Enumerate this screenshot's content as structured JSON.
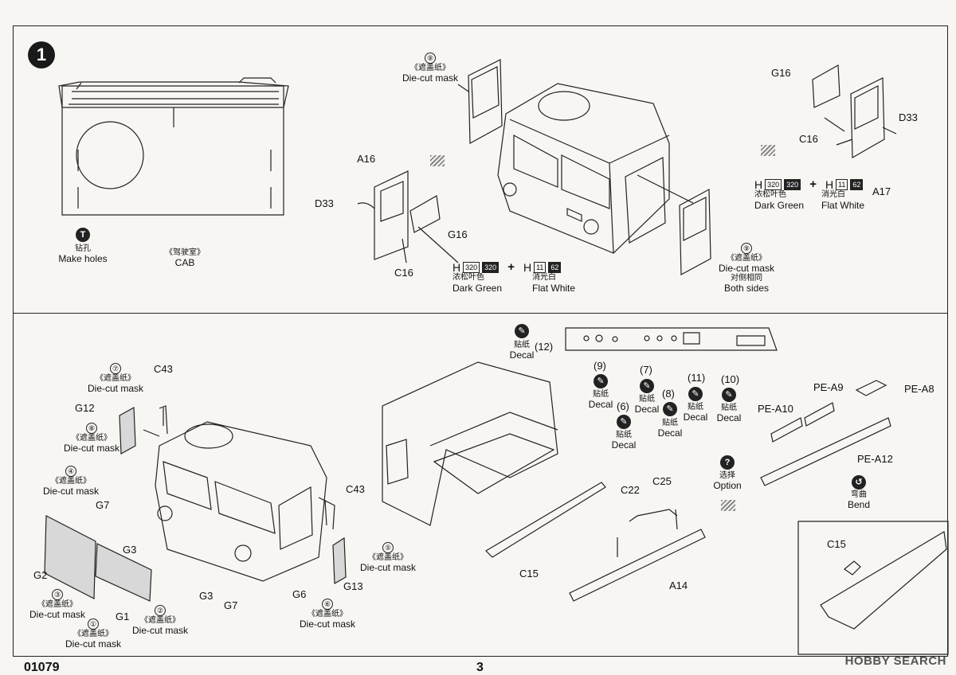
{
  "step1": {
    "number": "1",
    "make_holes": {
      "cn": "钻孔",
      "en": "Make holes"
    },
    "cab": {
      "cn": "《驾驶室》",
      "en": "CAB"
    },
    "mask_left": {
      "num": "⑨",
      "cn": "《遮盖纸》",
      "en": "Die-cut mask"
    },
    "mask_right": {
      "num": "⑨",
      "cn": "《遮盖纸》",
      "en": "Die-cut mask",
      "cn2": "对侧相同",
      "en2": "Both sides"
    },
    "parts": {
      "a16": "A16",
      "d33_left": "D33",
      "g16_left": "G16",
      "c16_left": "C16",
      "g16_right": "G16",
      "c16_right": "C16",
      "d33_right": "D33",
      "a17": "A17"
    },
    "paint_left": {
      "h": "H",
      "code1": "320",
      "code1b": "320",
      "cn1": "浓松叶色",
      "en1": "Dark Green",
      "code2": "11",
      "code2b": "62",
      "cn2": "消光白",
      "en2": "Flat White"
    },
    "paint_right": {
      "h": "H",
      "code1": "320",
      "code1b": "320",
      "cn1": "浓松叶色",
      "en1": "Dark Green",
      "code2": "11",
      "code2b": "62",
      "cn2": "消光白",
      "en2": "Flat White"
    }
  },
  "step2": {
    "masks": {
      "m7": {
        "num": "⑦",
        "cn": "《遮盖纸》",
        "en": "Die-cut mask"
      },
      "m8": {
        "num": "⑧",
        "cn": "《遮盖纸》",
        "en": "Die-cut mask"
      },
      "m4": {
        "num": "④",
        "cn": "《遮盖纸》",
        "en": "Die-cut mask"
      },
      "m3": {
        "num": "③",
        "cn": "《遮盖纸》",
        "en": "Die-cut mask"
      },
      "m2": {
        "num": "②",
        "cn": "《遮盖纸》",
        "en": "Die-cut mask"
      },
      "m1": {
        "num": "①",
        "cn": "《遮盖纸》",
        "en": "Die-cut mask"
      },
      "m5": {
        "num": "⑤",
        "cn": "《遮盖纸》",
        "en": "Die-cut mask"
      },
      "m6": {
        "num": "⑥",
        "cn": "《遮盖纸》",
        "en": "Die-cut mask"
      }
    },
    "parts": {
      "c43_left": "C43",
      "g12": "G12",
      "g7_left": "G7",
      "g3_left": "G3",
      "g2": "G2",
      "g1": "G1",
      "c43_right": "C43",
      "g13": "G13",
      "g6": "G6",
      "g3_bottom": "G3",
      "g7_bottom": "G7",
      "c22": "C22",
      "c25": "C25",
      "c15": "C15",
      "a14": "A14",
      "c15_inset": "C15",
      "pe_a9": "PE-A9",
      "pe_a10": "PE-A10",
      "pe_a8": "PE-A8",
      "pe_a12": "PE-A12"
    },
    "decals": {
      "cn": "贴纸",
      "en": "Decal",
      "d12": "(12)",
      "d9": "(9)",
      "d7": "(7)",
      "d11": "(11)",
      "d10": "(10)",
      "d8": "(8)",
      "d6": "(6)"
    },
    "option": {
      "cn": "选择",
      "en": "Option"
    },
    "bend": {
      "cn": "弯曲",
      "en": "Bend"
    }
  },
  "footer": {
    "code": "01079",
    "page": "3",
    "watermark": "HOBBY SEARCH"
  }
}
